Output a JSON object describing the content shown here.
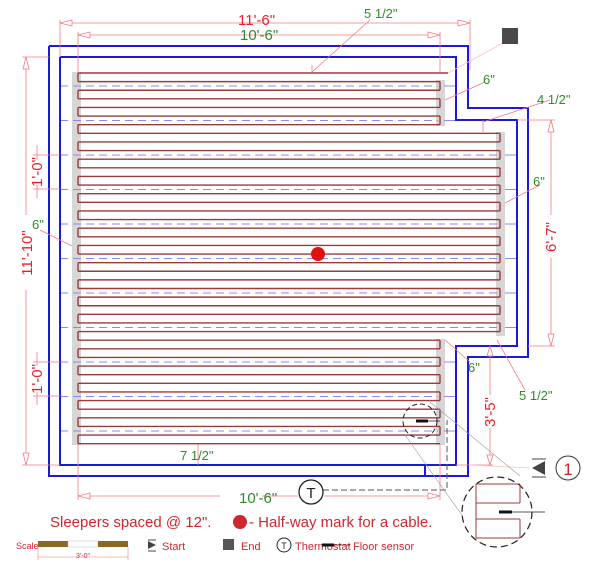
{
  "dimensions": {
    "overall_width": "11'-6\"",
    "inner_width": "10'-6\"",
    "bottom_width": "10'-6\"",
    "overall_height": "11'-10\"",
    "spacing_top": "1'-0\"",
    "spacing_bottom": "1'-0\"",
    "right_height": "6'-7\"",
    "notch_height": "3'-5\""
  },
  "offsets": {
    "top": "5 1/2\"",
    "right_upper": "6\"",
    "notch_top": "4 1/2\"",
    "right_middle": "6\"",
    "left": "6\"",
    "right_lower": "6\"",
    "notch_bottom": "5 1/2\"",
    "bottom": "7 1/2\""
  },
  "thermostat_symbol": "T",
  "section_marker": "1",
  "notes": {
    "sleepers": "Sleepers spaced @ 12\".",
    "halfway": "- Half-way mark for a cable."
  },
  "legend": {
    "scale_label": "Scale",
    "scale_value": "3'-0\"",
    "start": "Start",
    "end": "End",
    "thermostat": "Thermostat",
    "floor_sensor": "Floor sensor"
  },
  "colors": {
    "wall": "#1a1adb",
    "cable": "#9b3a3a",
    "sleeper": "#8a8af0",
    "dimension": "#e8202a",
    "halfway_dot": "#e01010"
  }
}
